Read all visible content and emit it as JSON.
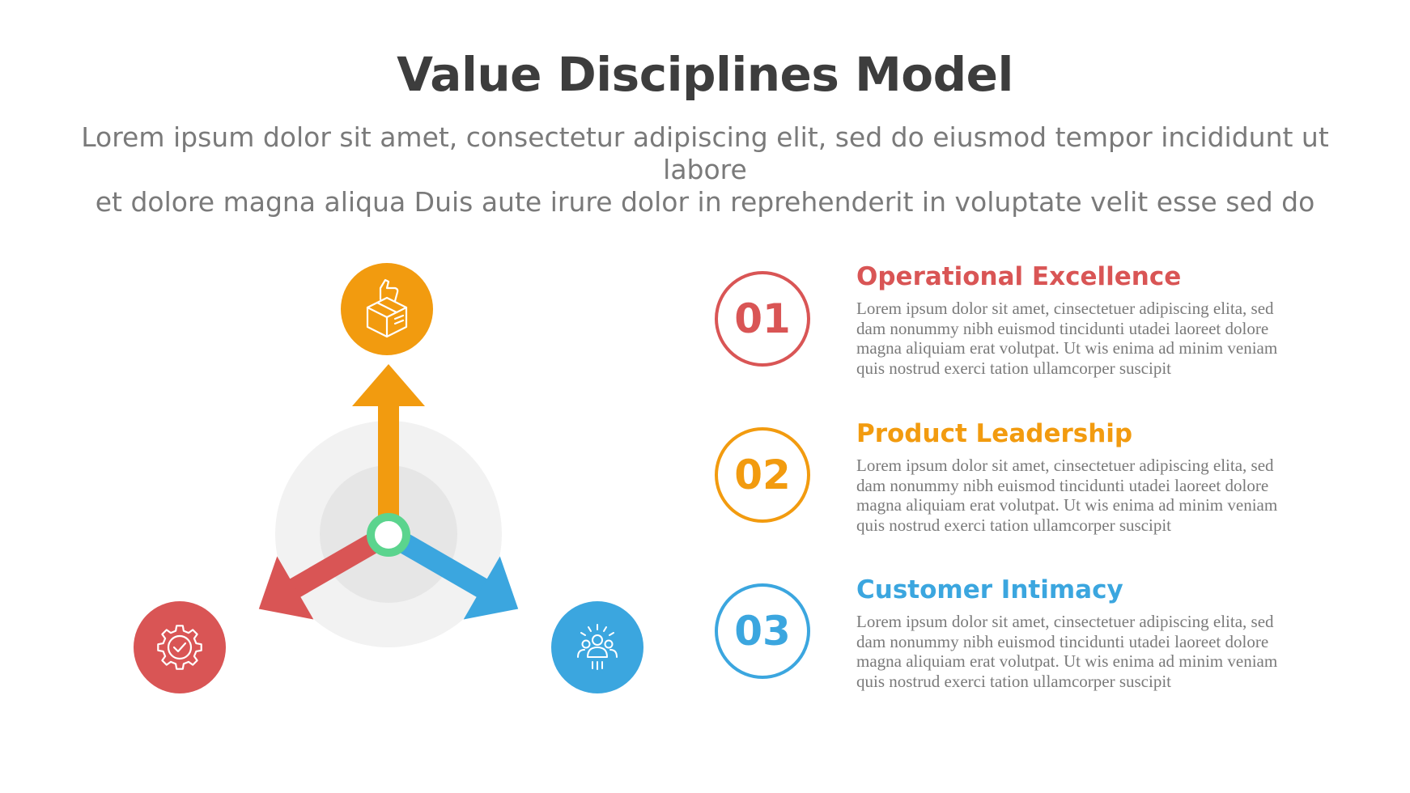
{
  "title": "Value Disciplines Model",
  "subtitle": [
    "Lorem ipsum dolor sit amet, consectetur adipiscing elit, sed do eiusmod tempor incididunt ut labore",
    "et dolore magna aliqua Duis aute irure dolor in reprehenderit in voluptate velit esse sed do"
  ],
  "colors": {
    "red": "#d95555",
    "orange": "#f29b0f",
    "blue": "#3ba6df",
    "green": "#5bd48e",
    "title": "#3d3d3d",
    "body": "#7a7a7a"
  },
  "diagram": {
    "nodes": [
      {
        "icon": "product-box-icon",
        "color": "orange"
      },
      {
        "icon": "gear-check-icon",
        "color": "red"
      },
      {
        "icon": "customer-group-icon",
        "color": "blue"
      }
    ]
  },
  "items": [
    {
      "number": "01",
      "title": "Operational Excellence",
      "color": "#d95555",
      "lines": [
        "Lorem ipsum dolor sit amet, cinsectetuer adipiscing elita, sed",
        "dam nonummy nibh euismod tincidunti utadei laoreet dolore",
        "magna aliquiam erat volutpat. Ut wis enima ad minim veniam",
        "quis nostrud exerci tation ullamcorper suscipit"
      ]
    },
    {
      "number": "02",
      "title": "Product Leadership",
      "color": "#f29b0f",
      "lines": [
        "Lorem ipsum dolor sit amet, cinsectetuer adipiscing elita, sed",
        "dam nonummy nibh euismod tincidunti utadei laoreet dolore",
        "magna aliquiam erat volutpat. Ut wis enima ad minim veniam",
        "quis nostrud exerci tation ullamcorper suscipit"
      ]
    },
    {
      "number": "03",
      "title": "Customer Intimacy",
      "color": "#3ba6df",
      "lines": [
        "Lorem ipsum dolor sit amet, cinsectetuer adipiscing elita, sed",
        "dam nonummy nibh euismod tincidunti utadei laoreet dolore",
        "magna aliquiam erat volutpat. Ut wis enima ad minim veniam",
        "quis nostrud exerci tation ullamcorper suscipit"
      ]
    }
  ]
}
